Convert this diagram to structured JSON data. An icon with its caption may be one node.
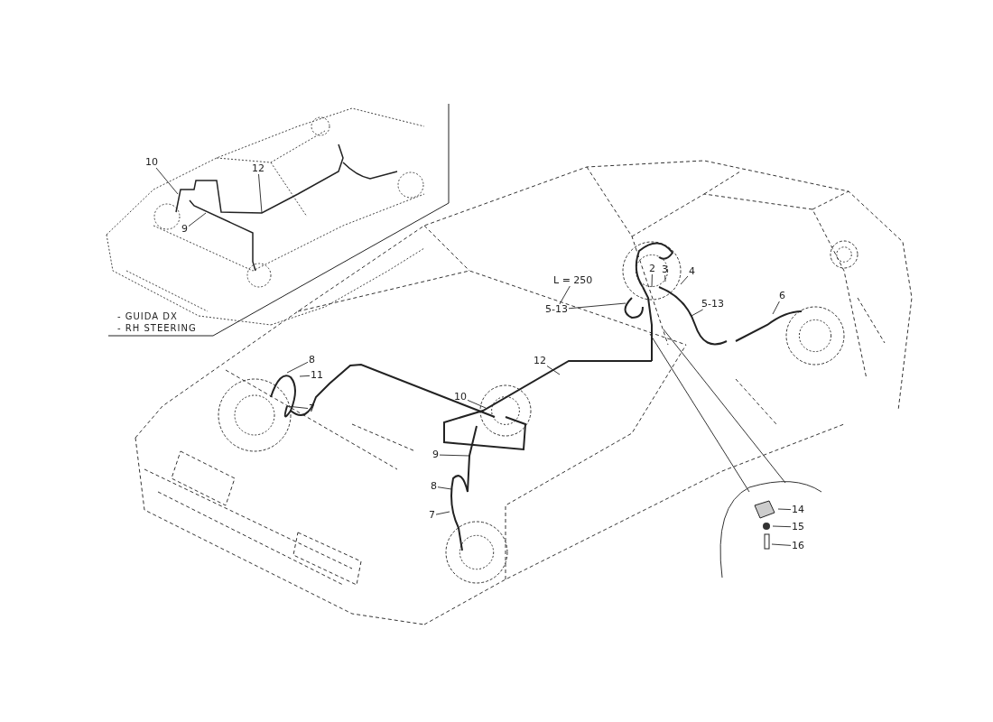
{
  "diagram": {
    "nodes": [
      {
        "text": [
          "10"
        ]
      },
      {
        "text": [
          "12"
        ]
      },
      {
        "text": [
          "9"
        ]
      },
      {
        "text": [
          "L = 250"
        ]
      },
      {
        "text": [
          "5-13"
        ]
      },
      {
        "text": [
          "2"
        ]
      },
      {
        "text": [
          "3"
        ]
      },
      {
        "text": [
          "4"
        ]
      },
      {
        "text": [
          "5-13"
        ]
      },
      {
        "text": [
          "6"
        ]
      },
      {
        "text": [
          "12"
        ]
      },
      {
        "text": [
          "8"
        ]
      },
      {
        "text": [
          "11"
        ]
      },
      {
        "text": [
          "7"
        ]
      },
      {
        "text": [
          "10"
        ]
      },
      {
        "text": [
          "9"
        ]
      },
      {
        "text": [
          "8"
        ]
      },
      {
        "text": [
          "7"
        ]
      },
      {
        "text": [
          "14"
        ]
      },
      {
        "text": [
          "15"
        ]
      },
      {
        "text": [
          "16"
        ]
      }
    ],
    "edges": [
      {
        "from": 0,
        "to": null,
        "arrow": "none"
      },
      {
        "from": 1,
        "to": null,
        "arrow": "none"
      },
      {
        "from": 2,
        "to": null,
        "arrow": "none"
      },
      {
        "from": 3,
        "to": 4,
        "arrow": "none"
      },
      {
        "from": 4,
        "to": null,
        "arrow": "none"
      },
      {
        "from": 5,
        "to": null,
        "arrow": "none"
      },
      {
        "from": 6,
        "to": null,
        "arrow": "none"
      },
      {
        "from": 7,
        "to": null,
        "arrow": "none"
      },
      {
        "from": 8,
        "to": null,
        "arrow": "none"
      },
      {
        "from": 9,
        "to": null,
        "arrow": "none"
      },
      {
        "from": 10,
        "to": null,
        "arrow": "none"
      },
      {
        "from": 11,
        "to": null,
        "arrow": "none"
      },
      {
        "from": 12,
        "to": null,
        "arrow": "none"
      },
      {
        "from": 13,
        "to": null,
        "arrow": "none"
      },
      {
        "from": 14,
        "to": null,
        "arrow": "none"
      },
      {
        "from": 15,
        "to": null,
        "arrow": "none"
      },
      {
        "from": 16,
        "to": null,
        "arrow": "none"
      },
      {
        "from": 17,
        "to": null,
        "arrow": "none"
      },
      {
        "from": 18,
        "to": null,
        "arrow": "none"
      },
      {
        "from": 19,
        "to": null,
        "arrow": "none"
      },
      {
        "from": 20,
        "to": null,
        "arrow": "none"
      }
    ],
    "labels": [
      "- GUIDA DX",
      "- RH STEERING"
    ]
  }
}
